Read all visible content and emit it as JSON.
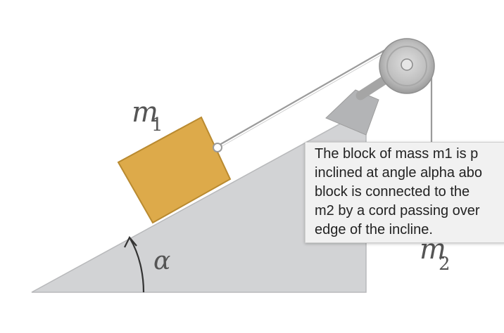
{
  "diagram": {
    "mass_block_symbol": "m",
    "mass_block_subscript": "1",
    "mass_hanging_symbol": "m",
    "mass_hanging_subscript": "2",
    "angle_symbol": "α",
    "colors": {
      "incline": "#d2d3d5",
      "incline_edge": "#b8b9bb",
      "block": "#ddaa4a",
      "block_edge": "#b98a30",
      "cord": "#999999",
      "pulley": "#b9b9b9"
    }
  },
  "tooltip": {
    "lines": [
      "The block of mass m1 is p",
      "inclined at angle alpha abo",
      "block is connected to the",
      "m2 by a cord passing over",
      "edge of the incline."
    ]
  }
}
